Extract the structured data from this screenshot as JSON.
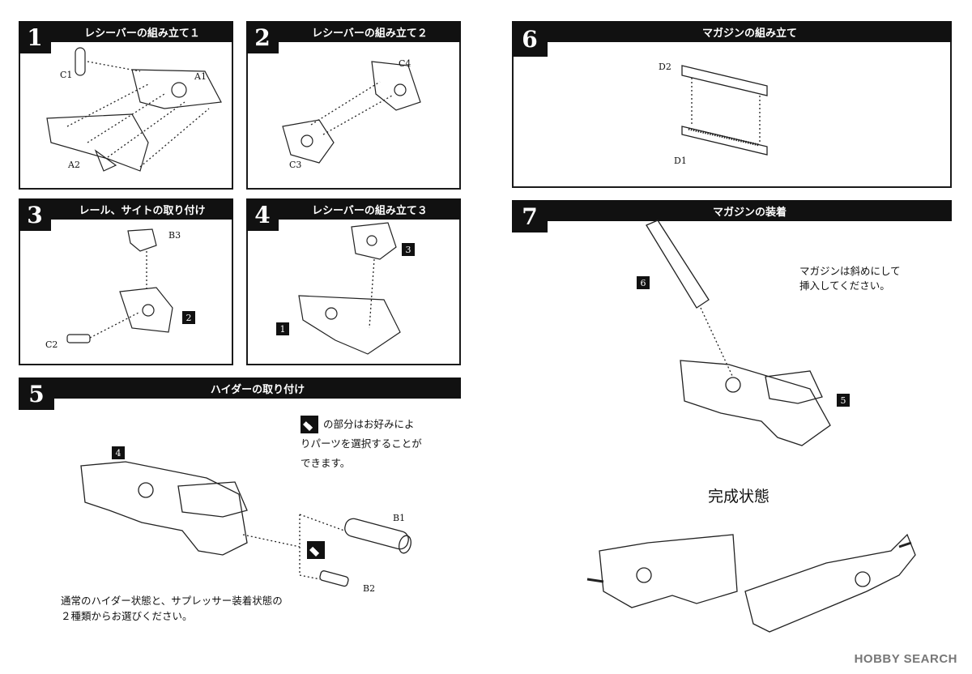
{
  "steps": [
    {
      "num": "1",
      "title": "レシーバーの組み立て１"
    },
    {
      "num": "2",
      "title": "レシーバーの組み立て２"
    },
    {
      "num": "3",
      "title": "レール、サイトの取り付け"
    },
    {
      "num": "4",
      "title": "レシーバーの組み立て３"
    },
    {
      "num": "5",
      "title": "ハイダーの取り付け"
    },
    {
      "num": "6",
      "title": "マガジンの組み立て"
    },
    {
      "num": "7",
      "title": "マガジンの装着"
    }
  ],
  "part_labels": {
    "C1": "C1",
    "A1": "A1",
    "A2": "A2",
    "C4": "C4",
    "C3": "C3",
    "B3": "B3",
    "C2": "C2",
    "B1": "B1",
    "B2": "B2",
    "D1": "D1",
    "D2": "D2"
  },
  "step_refs": {
    "s3_tag": "2",
    "s4_tag_a": "3",
    "s4_tag_b": "1",
    "s5_tag": "4",
    "s7_tag_a": "6",
    "s7_tag_b": "5"
  },
  "notes": {
    "choice_line1": "の部分はお好みによ",
    "choice_line2": "りパーツを選択することが",
    "choice_line3": "できます。",
    "hider_line1": "通常のハイダー状態と、サプレッサー装着状態の",
    "hider_line2": "２種類からお選びください。",
    "mag_line1": "マガジンは斜めにして",
    "mag_line2": "挿入してください。"
  },
  "completed_title": "完成状態",
  "watermark": "HOBBY SEARCH"
}
